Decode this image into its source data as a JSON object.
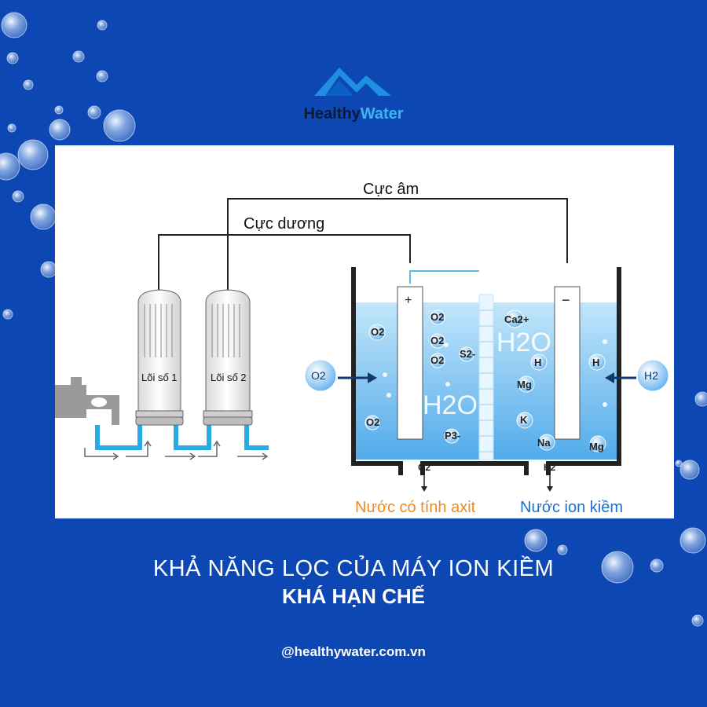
{
  "brand": {
    "part1": "Healthy",
    "part2": "Water",
    "accent": "#3fb5f0"
  },
  "background_color": "#0d47b4",
  "diagram": {
    "negative_pole": "Cực âm",
    "positive_pole": "Cực dương",
    "filter1": "Lõi số 1",
    "filter2": "Lõi số 2",
    "plus_sign": "+",
    "minus_sign": "−",
    "left_ions": [
      "O2",
      "O2",
      "O2",
      "S2-",
      "O2",
      "O2",
      "P3-"
    ],
    "right_ions": [
      "Ca2+",
      "H",
      "Mg",
      "K",
      "Na",
      "Mg",
      "H"
    ],
    "water_big_left": "H2O",
    "water_big_right": "H2O",
    "o2_bubble": "O2",
    "h2_bubble": "H2",
    "o2_outlet": "O2",
    "h2_outlet": "H2",
    "acid_water": "Nước có tính axit",
    "alkaline_water": "Nước ion kiềm",
    "acid_color": "#f08a1c",
    "alkaline_color": "#1d6fd0"
  },
  "headline": {
    "line1": "KHẢ NĂNG LỌC CỦA MÁY ION KIỀM",
    "line2": "KHÁ HẠN CHẾ"
  },
  "handle": "@healthywater.com.vn"
}
